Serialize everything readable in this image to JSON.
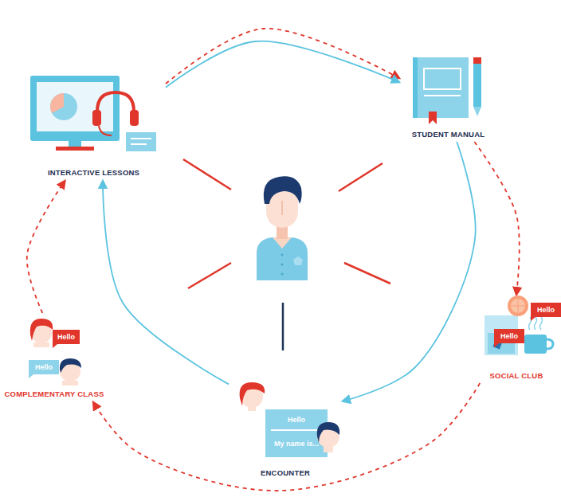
{
  "diagram": {
    "nodes": [
      {
        "text": [
          "INTERACTIVE LESSONS"
        ]
      },
      {
        "text": [
          "STUDENT MANUAL"
        ]
      },
      {
        "text": [
          "SOCIAL CLUB"
        ]
      },
      {
        "text": [
          "COMPLEMENTARY CLASS"
        ]
      },
      {
        "text": [
          "ENCOUNTER"
        ]
      }
    ],
    "edges": [
      {
        "from": 0,
        "to": 1,
        "arrow": "to"
      },
      {
        "from": 0,
        "to": 1,
        "arrow": "to"
      },
      {
        "from": 1,
        "to": 2,
        "arrow": "to"
      },
      {
        "from": 1,
        "to": 4,
        "arrow": "to"
      },
      {
        "from": 2,
        "to": 3,
        "arrow": "to"
      },
      {
        "from": 4,
        "to": 0,
        "arrow": "to"
      },
      {
        "from": 3,
        "to": 0,
        "arrow": "to"
      }
    ],
    "labels": [
      "Hello",
      "Hello",
      "Hello",
      "Hello",
      "Hello",
      "My name is..."
    ]
  }
}
